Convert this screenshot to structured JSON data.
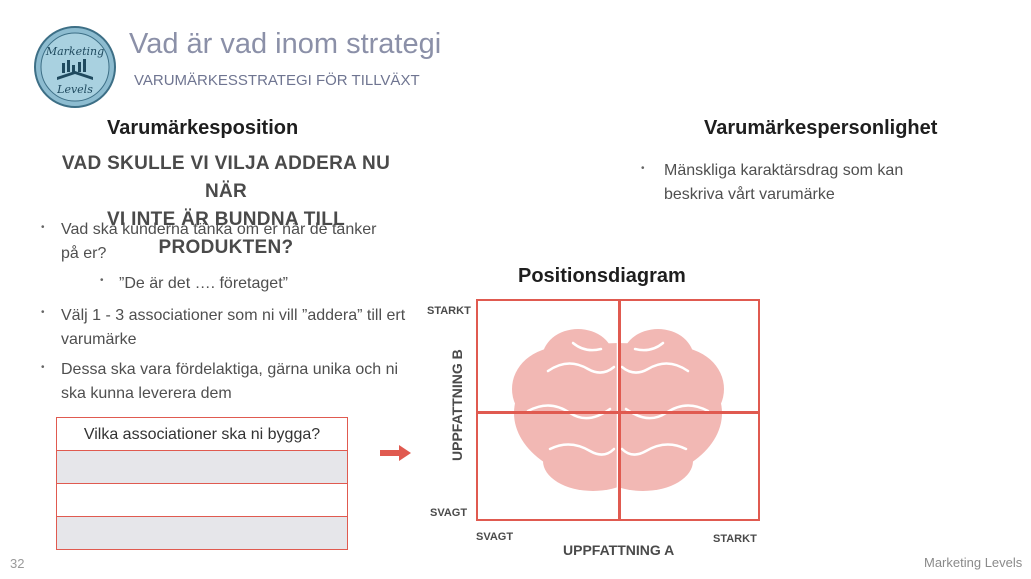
{
  "logo": {
    "line1": "Marketing",
    "line2": "Levels",
    "icon": "book-icon"
  },
  "header": {
    "title": "Vad är vad inom strategi",
    "subtitle": "VARUMÄRKESSTRATEGI FÖR TILLVÄXT"
  },
  "left": {
    "heading": "Varumärkesposition",
    "question_line1": "VAD SKULLE VI VILJA ADDERA NU NÄR",
    "question_line2": "VI INTE ÄR BUNDNA TILL PRODUKTEN?",
    "bullets": [
      "Vad ska kunderna tänka om er när de tänker på er?",
      "”De är det …. företaget”",
      "Välj 1 - 3 associationer som ni vill ”addera” till ert varumärke",
      "Dessa ska vara fördelaktiga, gärna unika och ni ska kunna leverera dem"
    ],
    "table_header": "Vilka associationer ska ni bygga?"
  },
  "right": {
    "heading": "Varumärkespersonlighet",
    "bullets": [
      "Mänskliga karaktärsdrag som kan beskriva vårt varumärke"
    ]
  },
  "diagram": {
    "title": "Positionsdiagram",
    "y_axis_label": "UPPFATTNING B",
    "x_axis_label": "UPPFATTNING A",
    "y_top": "STARKT",
    "y_bottom": "SVAGT",
    "x_left": "SVAGT",
    "x_right": "STARKT",
    "image": "brain-icon",
    "grid_color": "#e05a50",
    "brain_color": "#f2b8b4"
  },
  "footer": {
    "page_number": "32",
    "brand": "Marketing Levels"
  }
}
